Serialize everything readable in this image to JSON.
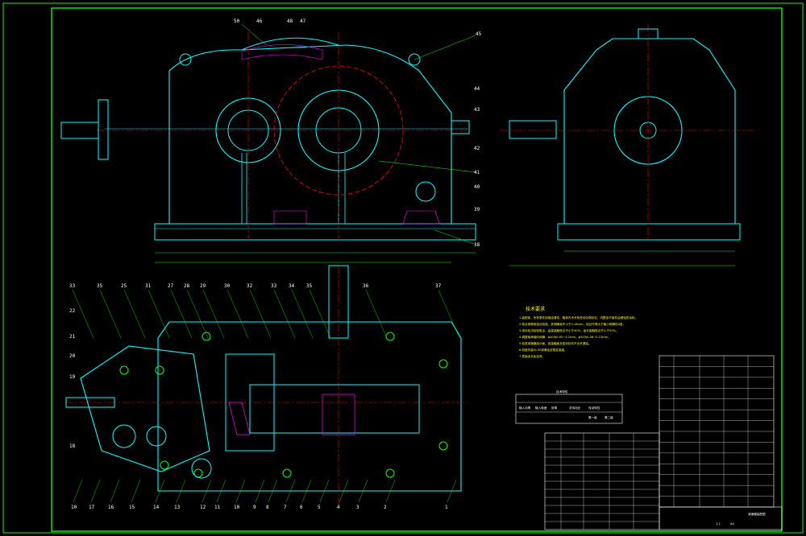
{
  "colors": {
    "background": "#000000",
    "border": "#00ff00",
    "outline": "#00ffff",
    "detail": "#00ff00",
    "centerline": "#ff0000",
    "hatch": "#ff00ff",
    "text": "#ffffff",
    "notes": "#ffff00",
    "hidden": "#ffff00"
  },
  "front_view": {
    "balloons": [
      "50",
      "46",
      "48",
      "47",
      "45",
      "44",
      "43",
      "42",
      "41",
      "40",
      "39",
      "38"
    ]
  },
  "plan_view": {
    "balloons_top": [
      "33",
      "35",
      "25",
      "31",
      "27",
      "28",
      "29",
      "30",
      "32",
      "33",
      "34",
      "35",
      "36",
      "37"
    ],
    "balloons_left": [
      "22",
      "21",
      "20",
      "19",
      "18"
    ],
    "balloons_bottom": [
      "10",
      "17",
      "16",
      "15",
      "14",
      "13",
      "12",
      "11",
      "10",
      "9",
      "8",
      "7",
      "6",
      "5",
      "4",
      "3",
      "2",
      "1"
    ]
  },
  "notes": {
    "title": "技术要求",
    "lines": [
      "1.装配前，所有零件用煤油清洗，箱体内不许有任何杂物存在。内壁涂不被机油侵蚀的涂料。",
      "2.啮合侧隙用铅丝检验，其侧隙值不小于0.16mm，铅丝不得大于最小侧隙的4倍。",
      "3.用涂色法检验斑点，齿高接触斑点不小于40%，齿长接触斑点不小于50%。",
      "4.调整轴承轴向间隙：φ40为0.05~0.1mm，φ55为0.08~0.15mm。",
      "5.检查减速器剖分面、各接触面及密封处均不允许漏油。",
      "6.机座内装HJ-50润滑油至规定高度。",
      "7.表面涂灰色油漆。"
    ]
  },
  "spec_table": {
    "title": "技术特性",
    "header": [
      "输入功率",
      "输入转速",
      "效率",
      "总传动比",
      "传动特性"
    ],
    "subheader": [
      "",
      "",
      "",
      "",
      "第一级",
      "第二级"
    ]
  },
  "title_block": {
    "part_rows": 14,
    "label_drawing": "减速器装配图",
    "label_scale": "1:1",
    "label_sheet": "A0"
  }
}
